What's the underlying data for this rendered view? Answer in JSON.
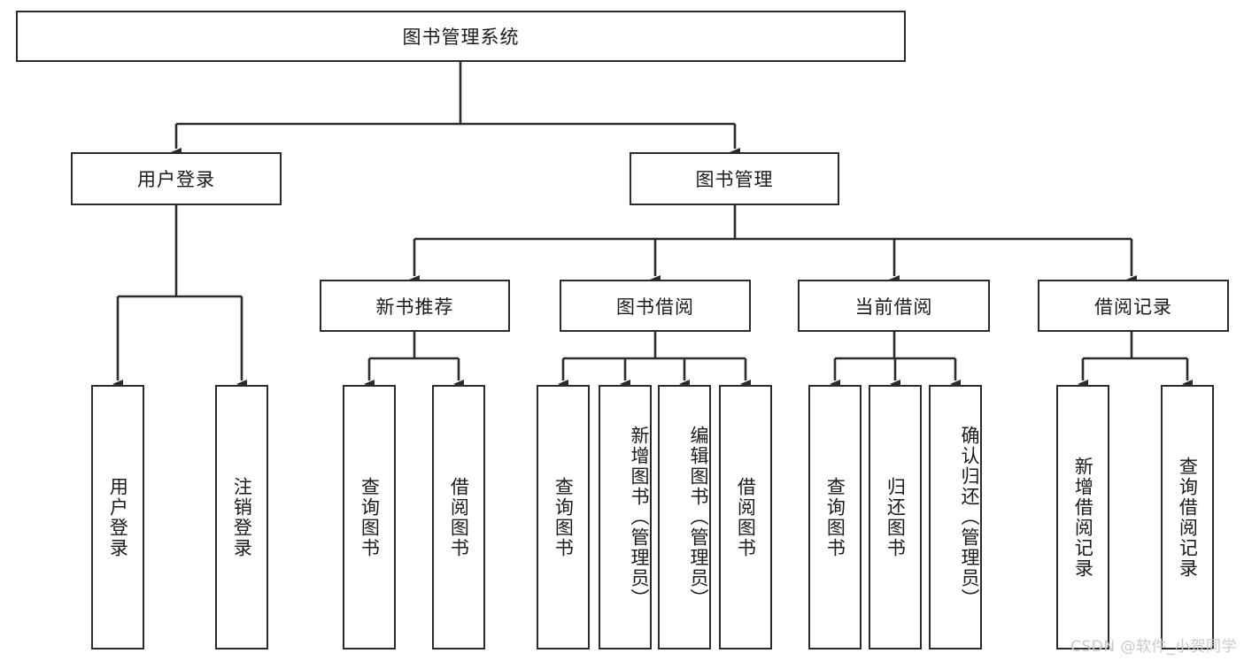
{
  "diagram": {
    "title": "图书管理系统",
    "type": "tree-hierarchy",
    "root": {
      "label": "图书管理系统"
    },
    "level1": [
      {
        "label": "用户登录"
      },
      {
        "label": "图书管理"
      }
    ],
    "level2": [
      {
        "label": "新书推荐"
      },
      {
        "label": "图书借阅"
      },
      {
        "label": "当前借阅"
      },
      {
        "label": "借阅记录"
      }
    ],
    "leaves": {
      "user_login": [
        {
          "label": "用户登录"
        },
        {
          "label": "注销登录"
        }
      ],
      "new_book_recommend": [
        {
          "label": "查询图书"
        },
        {
          "label": "借阅图书"
        }
      ],
      "book_borrow": [
        {
          "label": "查询图书"
        },
        {
          "label": "新增图书（管理员）"
        },
        {
          "label": "编辑图书（管理员）"
        },
        {
          "label": "借阅图书"
        }
      ],
      "current_borrow": [
        {
          "label": "查询图书"
        },
        {
          "label": "归还图书"
        },
        {
          "label": "确认归还（管理员）"
        }
      ],
      "borrow_record": [
        {
          "label": "新增借阅记录"
        },
        {
          "label": "查询借阅记录"
        }
      ]
    }
  },
  "watermark": {
    "text": "CSDN @软件_小贺同学"
  },
  "colors": {
    "stroke": "#2b2b2b",
    "background": "#ffffff",
    "text": "#1a1a1a",
    "watermark": "#c9c9c9"
  }
}
